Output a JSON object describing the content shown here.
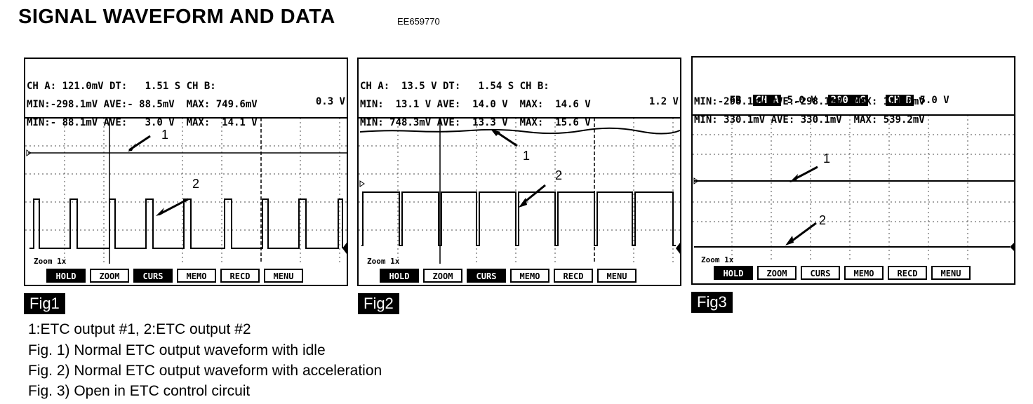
{
  "title": "SIGNAL WAVEFORM AND DATA",
  "code": "EE659770",
  "scopes": [
    {
      "row1_left": "CH A: 121.0mV DT:   1.51 S CH B:",
      "row1_right": "0.3 V",
      "row2_left": "MIN:-298.1mV AVE:- 88.5mV  MAX: 749.6mV",
      "row3_left": "MIN:- 88.1mV AVE:   3.0 V  MAX:  14.1 V",
      "zoom": "Zoom 1x",
      "fig": "Fig1",
      "markers": [
        "1",
        "2"
      ]
    },
    {
      "row1_left": "CH A:  13.5 V DT:   1.54 S CH B:",
      "row1_right": "1.2 V",
      "row2_left": "MIN:  13.1 V AVE:  14.0 V  MAX:  14.6 V",
      "row3_left": "MIN: 748.3mV AVE:  13.3 V  MAX:  15.6 V",
      "zoom": "Zoom 1x",
      "fig": "Fig2",
      "markers": [
        "1",
        "2"
      ]
    },
    {
      "row1_fb": "FB",
      "row1_cha": "CH A",
      "row1_cha_val": "5.0 V",
      "row1_time": "200 mS",
      "row1_chb": "CH B",
      "row1_chb_val": "5.0 V",
      "row2_left": "MIN:-298.1mV AVE:-298.1mV  MAX: 121.0mV",
      "row3_left": "MIN: 330.1mV AVE: 330.1mV  MAX: 539.2mV",
      "zoom": "Zoom 1x",
      "fig": "Fig3",
      "markers": [
        "1",
        "2"
      ]
    }
  ],
  "buttons": [
    "HOLD",
    "ZOOM",
    "CURS",
    "MEMO",
    "RECD",
    "MENU"
  ],
  "captions": [
    "1:ETC output #1, 2:ETC output #2",
    "Fig. 1) Normal ETC output waveform with idle",
    "Fig. 2) Normal ETC output waveform with acceleration",
    "Fig. 3) Open in ETC control circuit"
  ]
}
